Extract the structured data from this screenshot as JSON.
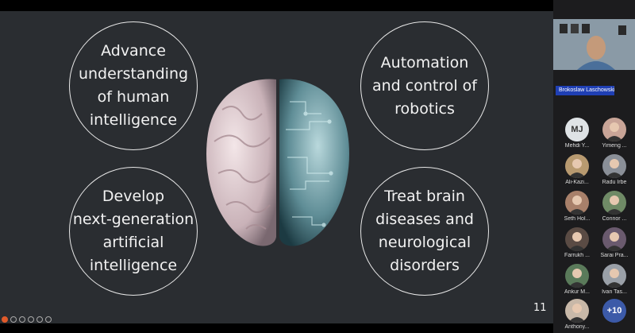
{
  "slide": {
    "circles": [
      {
        "text": "Advance\nunderstanding\nof human\nintelligence"
      },
      {
        "text": "Automation\nand control of\nrobotics"
      },
      {
        "text": "Develop\nnext-generation\nartificial\nintelligence"
      },
      {
        "text": "Treat brain\ndiseases and\nneurological\ndisorders"
      }
    ],
    "page_number": "11"
  },
  "speaker": {
    "name": "Brokoslaw Laschowski"
  },
  "participants": [
    {
      "name": "Mehdi Y...",
      "initials": "MJ",
      "color": "#dfe3e6"
    },
    {
      "name": "Yimeng ...",
      "initials": "",
      "color": "#c8a497"
    },
    {
      "name": "Ali-Kazi...",
      "initials": "",
      "color": "#b89a70"
    },
    {
      "name": "Radu Irbe",
      "initials": "",
      "color": "#8a8f98"
    },
    {
      "name": "Seth Hol...",
      "initials": "",
      "color": "#a8806a"
    },
    {
      "name": "Connor ...",
      "initials": "",
      "color": "#6f8a66"
    },
    {
      "name": "Farrukh ...",
      "initials": "",
      "color": "#5a4b44"
    },
    {
      "name": "Sarai Pra...",
      "initials": "",
      "color": "#6a5a6e"
    },
    {
      "name": "Ankur M...",
      "initials": "",
      "color": "#5a7a5a"
    },
    {
      "name": "Ivan Tas...",
      "initials": "",
      "color": "#9aa0a8"
    },
    {
      "name": "Anthony...",
      "initials": "",
      "color": "#c8b8a8"
    },
    {
      "name": "",
      "initials": "+10",
      "color": "#3c5aa8"
    }
  ]
}
